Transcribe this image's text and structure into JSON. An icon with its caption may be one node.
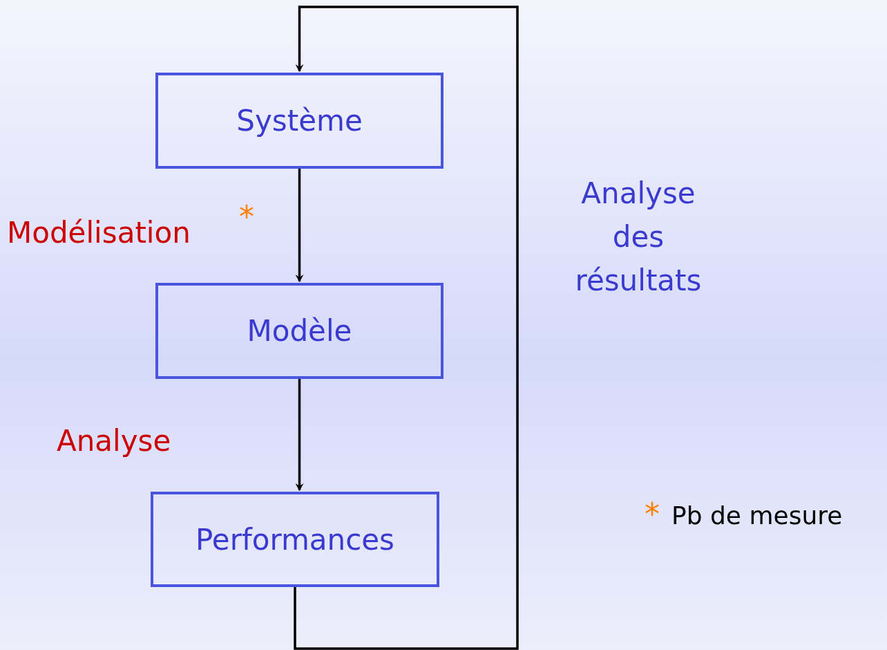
{
  "diagram": {
    "nodes": [
      {
        "text": [
          "Système"
        ]
      },
      {
        "text": [
          "Modèle"
        ]
      },
      {
        "text": [
          "Performances"
        ]
      }
    ],
    "edges": [
      {
        "from": 0,
        "to": 1,
        "arrow": "to",
        "label": "Modélisation"
      },
      {
        "from": 1,
        "to": 2,
        "arrow": "to",
        "label": "Analyse"
      },
      {
        "from": 2,
        "to": 0,
        "arrow": "to",
        "label": "Analyse des résultats"
      }
    ],
    "labels": [
      "*",
      "*",
      "Pb de mesure"
    ]
  }
}
